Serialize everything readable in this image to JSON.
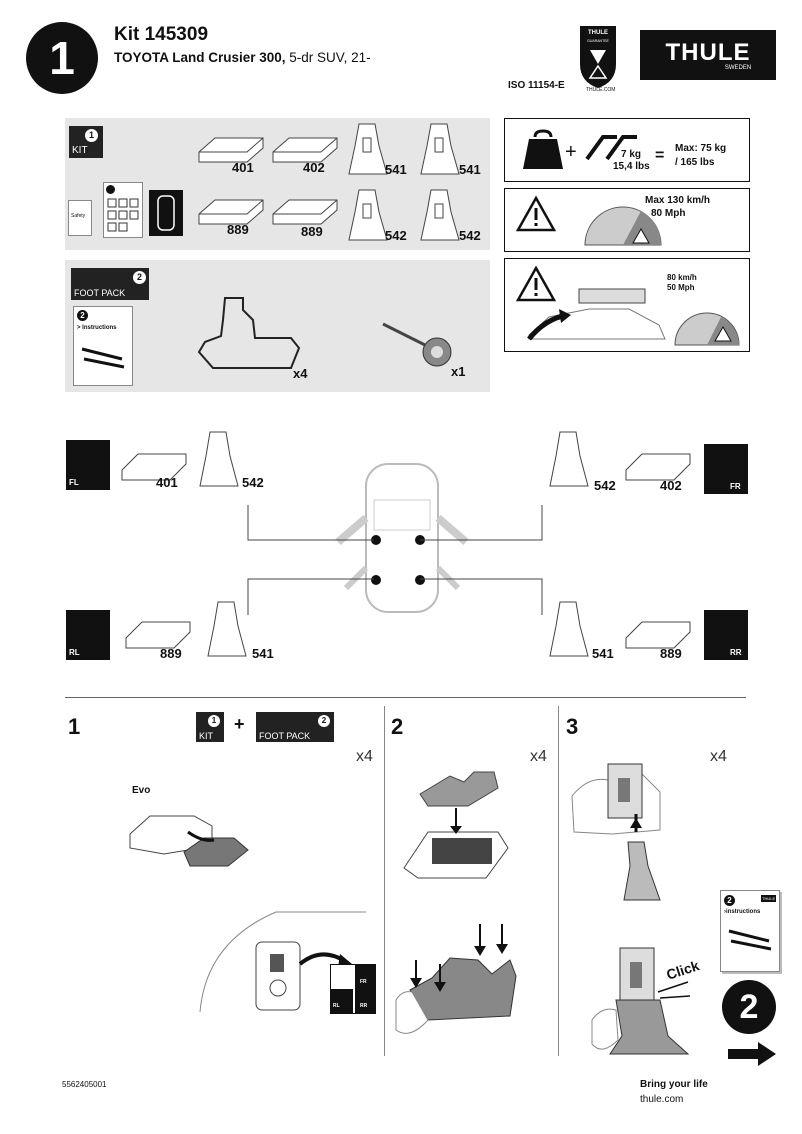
{
  "header": {
    "page_number": "1",
    "kit_title": "Kit 145309",
    "vehicle_bold": "TOYOTA Land Crusier 300,",
    "vehicle_rest": " 5-dr SUV, 21-",
    "iso": "ISO 11154-E",
    "shield_top": "THULE",
    "shield_sub": "GUARANTEE",
    "shield_bottom": "THULE.COM",
    "logo_text": "THULE",
    "logo_sub": "SWEDEN"
  },
  "kit_panel": {
    "badge_num": "1",
    "badge_label": "KIT",
    "safety_label": "Safety",
    "parts": [
      "401",
      "402",
      "541",
      "541",
      "889",
      "889",
      "542",
      "542"
    ]
  },
  "foot_panel": {
    "badge_num": "2",
    "badge_label": "FOOT PACK",
    "instructions_num": "2",
    "instructions_label": "> Instructions",
    "foot_qty": "x4",
    "tool_qty": "x1"
  },
  "load_panel": {
    "weight1": "7 kg",
    "weight2": "15,4 lbs",
    "max1": "Max: 75 kg",
    "max2": "/ 165 lbs"
  },
  "speed_panel": {
    "line1": "Max  130 km/h",
    "line2": "80 Mph"
  },
  "speed2_panel": {
    "line1": "80 km/h",
    "line2": "50 Mph"
  },
  "positions": {
    "fl": {
      "corner": "FL",
      "pad": "401",
      "bracket": "542"
    },
    "fr": {
      "corner": "FR",
      "pad": "402",
      "bracket": "542"
    },
    "rl": {
      "corner": "RL",
      "pad": "889",
      "bracket": "541"
    },
    "rr": {
      "corner": "RR",
      "pad": "889",
      "bracket": "541"
    }
  },
  "steps": {
    "s1": {
      "num": "1",
      "kit_num": "1",
      "kit_label": "KIT",
      "plus": "+",
      "foot_num": "2",
      "foot_label": "FOOT PACK",
      "qty": "x4",
      "evo": "Evo",
      "mini_fr": "FR",
      "mini_rr": "RR",
      "mini_rl": "RL"
    },
    "s2": {
      "num": "2",
      "qty": "x4"
    },
    "s3": {
      "num": "3",
      "qty": "x4",
      "click": "Click",
      "booklet_num": "2",
      "booklet_label": "›instructions",
      "booklet_brand": "THULE"
    }
  },
  "next": {
    "number": "2"
  },
  "footer": {
    "code": "5562405001",
    "slogan": "Bring your life",
    "site": "thule.com"
  }
}
